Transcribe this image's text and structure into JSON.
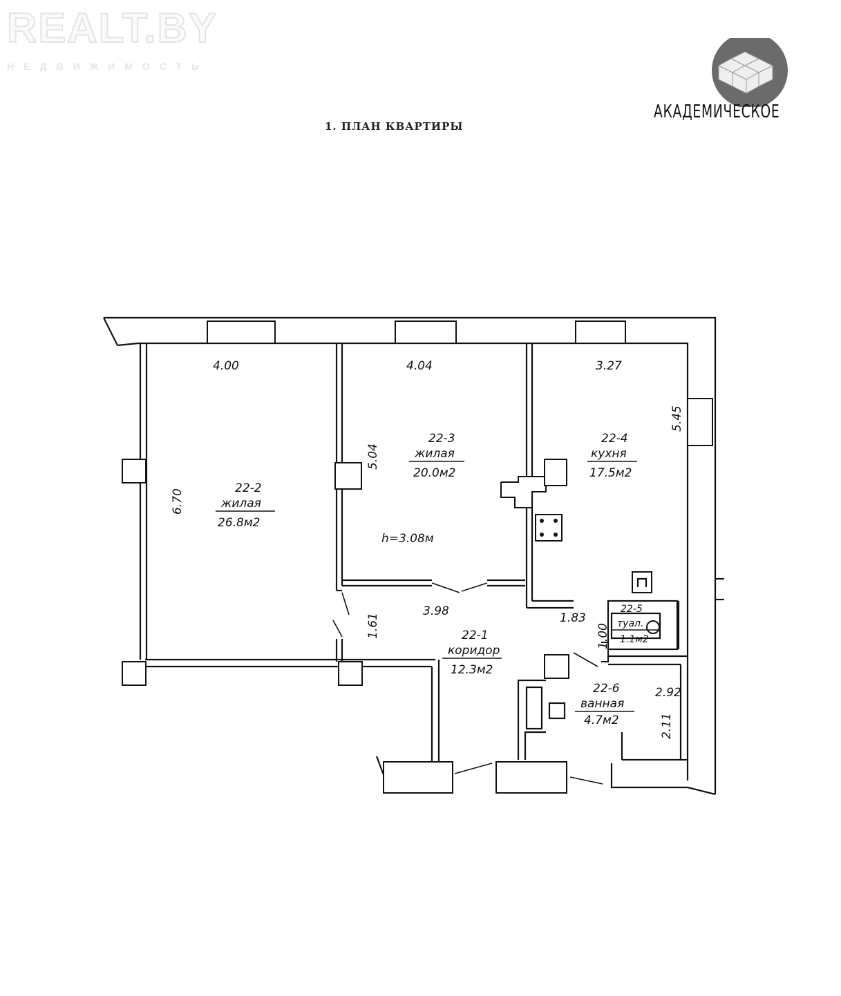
{
  "watermark": {
    "brand": "REALT.BY",
    "subtitle": "НЕДВИЖИМОСТЬ"
  },
  "header": {
    "title": "1. ПЛАН КВАРТИРЫ"
  },
  "logo": {
    "name": "АКАДЕМИЧЕСКОЕ"
  },
  "plan": {
    "height_label": "h=3.08м",
    "rooms": [
      {
        "id": "22-1",
        "type": "коридор",
        "area": "12.3м2"
      },
      {
        "id": "22-2",
        "type": "жилая",
        "area": "26.8м2"
      },
      {
        "id": "22-3",
        "type": "жилая",
        "area": "20.0м2"
      },
      {
        "id": "22-4",
        "type": "кухня",
        "area": "17.5м2"
      },
      {
        "id": "22-5",
        "type": "туал.",
        "area": "1.1м2"
      },
      {
        "id": "22-6",
        "type": "ванная",
        "area": "4.7м2"
      }
    ],
    "dimensions": {
      "r2_width": "4.00",
      "r2_depth": "6.70",
      "r3_width": "4.04",
      "r3_depth": "5.04",
      "r4_width": "3.27",
      "r4_depth": "5.45",
      "corr_width": "3.98",
      "corr_depth": "1.61",
      "corr_kitchen": "1.83",
      "wc_depth": "1.00",
      "bath_width": "2.92",
      "bath_depth": "2.11"
    }
  }
}
